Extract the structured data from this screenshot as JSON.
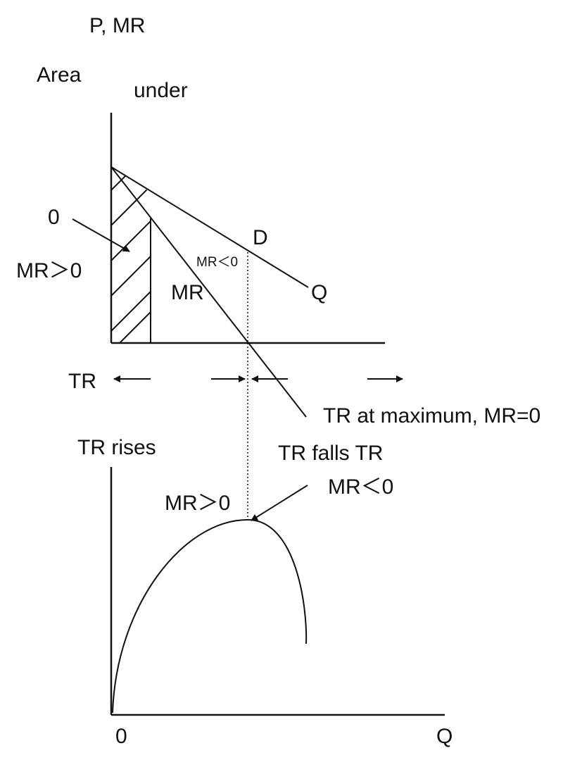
{
  "labels": {
    "p_mr": "P, MR",
    "area": "Area",
    "under": "under",
    "zero_top": "0",
    "mr_gt_0_left": "MR＞0",
    "mr_lt_0_small": "MR＜0",
    "d": "D",
    "mr": "MR",
    "q_demand": "Q",
    "tr_arrows": "TR",
    "tr_at_max": "TR at maximum, MR=0",
    "tr_rises": "TR rises",
    "tr_falls": "TR falls  TR",
    "mr_gt_0_bottom": "MR＞0",
    "mr_lt_0_bottom": "MR＜0",
    "origin": "0",
    "q_axis": "Q"
  }
}
